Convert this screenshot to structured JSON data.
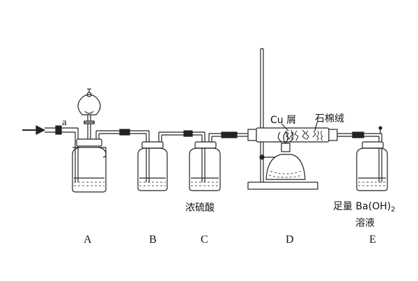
{
  "labels": {
    "arrow_mark": "a",
    "apparatus": [
      "A",
      "B",
      "C",
      "D",
      "E"
    ],
    "c_reagent": "浓硫酸",
    "d_cu": "Cu 屑",
    "d_wool": "石棉绒",
    "e_reagent_main": "足量 Ba(OH)",
    "e_reagent_sub": "2",
    "e_reagent_line2": "溶液"
  }
}
